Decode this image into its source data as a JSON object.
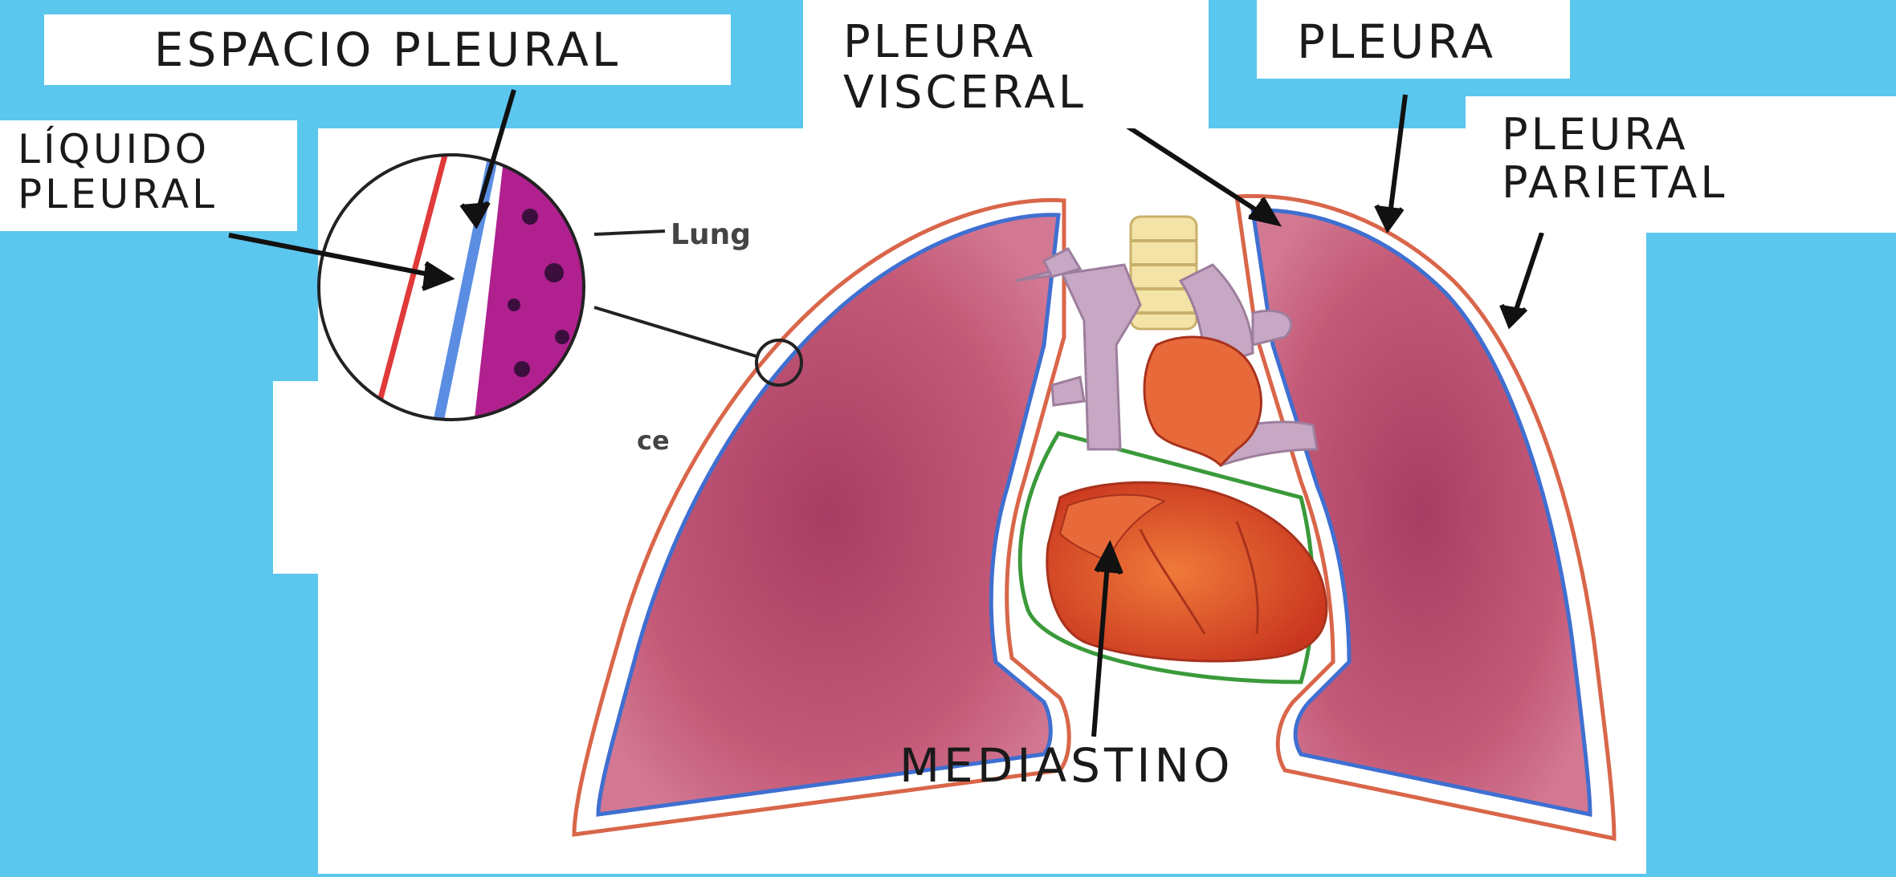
{
  "labels": {
    "espacio_pleural": "ESPACIO PLEURAL",
    "liquido_pleural": [
      "LÍQUIDO",
      "PLEURAL"
    ],
    "pleura_visceral": [
      "PLEURA",
      "VISCERAL"
    ],
    "pleura": "PLEURA",
    "pleura_parietal": [
      "PLEURA",
      "PARIETAL"
    ],
    "mediastino": "MEDIASTINO",
    "lung": "Lung",
    "partial_text": "ce"
  },
  "colors": {
    "background": "#5bc6ee",
    "panel": "#ffffff",
    "lung_fill": "#c45a78",
    "parietal_line": "#d9664a",
    "visceral_line": "#3f6fd0",
    "mediastinum_line": "#3a9a3a",
    "heart": "#e2572c",
    "vessels": "#c7a8c4",
    "trachea": "#f3e3a6",
    "lung_tissue_zoom": "#b0208f"
  }
}
